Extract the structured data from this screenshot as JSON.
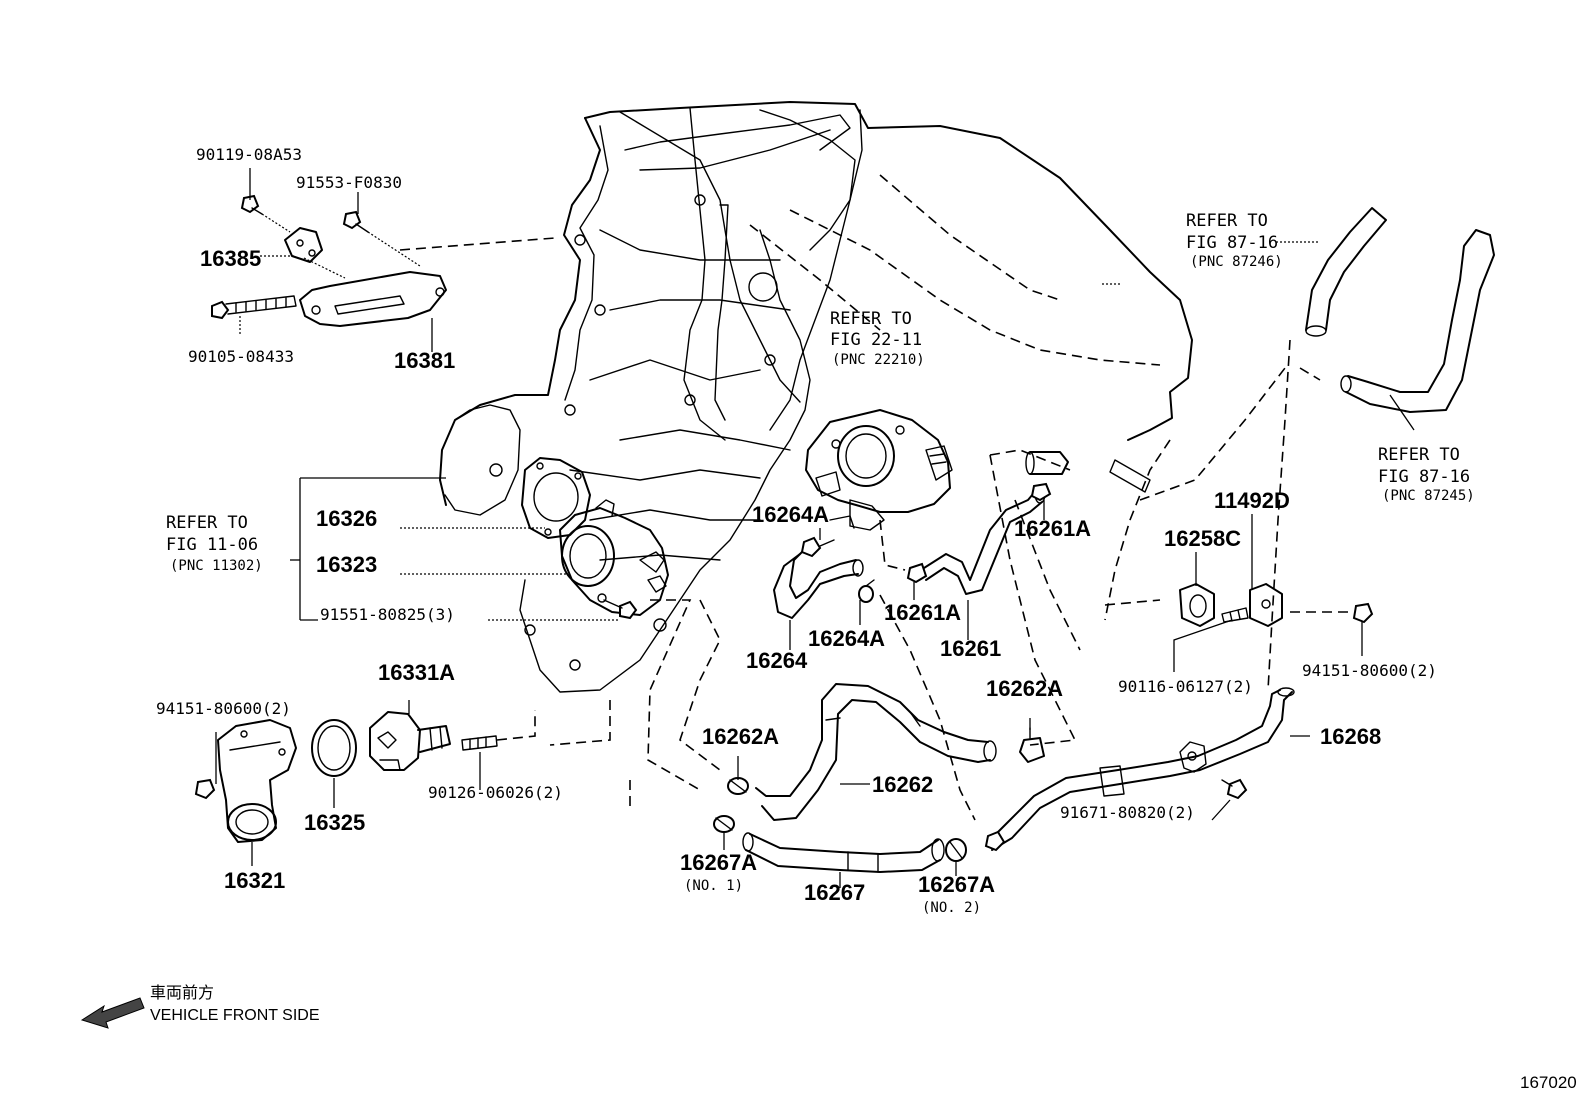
{
  "parts": {
    "p90119": "90119-08A53",
    "p91553": "91553-F0830",
    "p16385": "16385",
    "p90105": "90105-08433",
    "p16381": "16381",
    "p16326": "16326",
    "p16323": "16323",
    "p91551": "91551-80825(3)",
    "p94151_left": "94151-80600(2)",
    "p16331A": "16331A",
    "p16325": "16325",
    "p16321": "16321",
    "p90126": "90126-06026(2)",
    "p16264A_top": "16264A",
    "p16264": "16264",
    "p16264A_bot": "16264A",
    "p16261A_top": "16261A",
    "p16261A_bot": "16261A",
    "p16261": "16261",
    "p16262A_left": "16262A",
    "p16262A_right": "16262A",
    "p16262": "16262",
    "p16267A_1": "16267A",
    "p16267A_1_note": "(NO. 1)",
    "p16267": "16267",
    "p16267A_2": "16267A",
    "p16267A_2_note": "(NO. 2)",
    "p16258C": "16258C",
    "p11492D": "11492D",
    "p90116": "90116-06127(2)",
    "p94151_right": "94151-80600(2)",
    "p16268": "16268",
    "p91671": "91671-80820(2)"
  },
  "refs": {
    "fig1106": {
      "l1": "REFER TO",
      "l2": "FIG 11-06",
      "l3": "(PNC 11302)"
    },
    "fig2211": {
      "l1": "REFER TO",
      "l2": "FIG 22-11",
      "l3": "(PNC 22210)"
    },
    "fig8716a": {
      "l1": "REFER TO",
      "l2": "FIG 87-16",
      "l3": "(PNC 87246)"
    },
    "fig8716b": {
      "l1": "REFER TO",
      "l2": "FIG 87-16",
      "l3": "(PNC 87245)"
    }
  },
  "direction": {
    "jp": "車両前方",
    "en": "VEHICLE FRONT SIDE"
  },
  "figure_id": "167020"
}
